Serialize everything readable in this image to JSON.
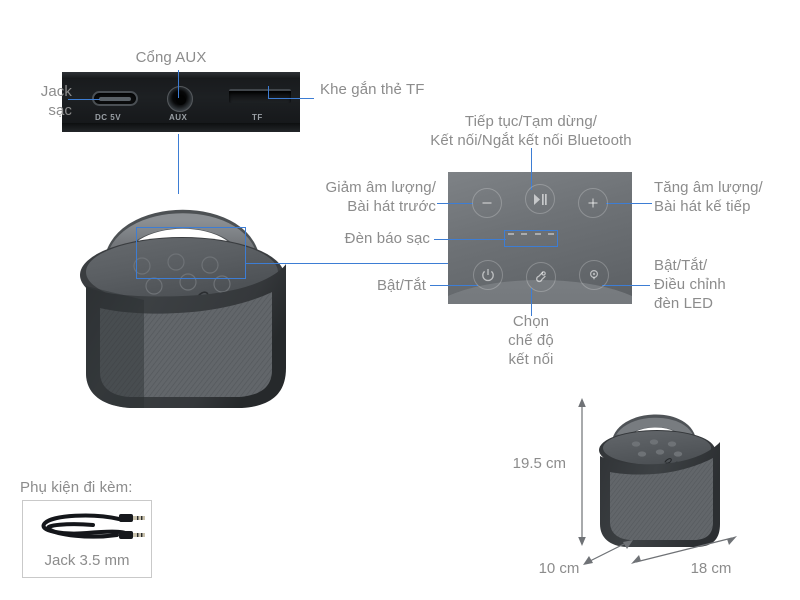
{
  "diagram": {
    "title": "Loa Bluetooth - so do huong dan su dung",
    "accent_color": "#3d7dd4",
    "label_color": "#8c8c8c"
  },
  "port_panel": {
    "ports": [
      {
        "id": "dc",
        "caption": "DC 5V",
        "icon": "usb-c-port-icon"
      },
      {
        "id": "aux",
        "caption": "AUX",
        "icon": "aux-jack-icon"
      },
      {
        "id": "tf",
        "caption": "TF",
        "icon": "tf-card-slot-icon"
      }
    ],
    "callouts": [
      {
        "id": "jack-sac",
        "text": "Jack\nsạc"
      },
      {
        "id": "cong-aux",
        "text": "Cổng AUX"
      },
      {
        "id": "khe-the-tf",
        "text": "Khe gắn thẻ TF"
      }
    ]
  },
  "control_panel": {
    "buttons": [
      {
        "id": "volume-down",
        "icon": "minus-icon",
        "label": "Giảm âm lượng/\nBài hát trước"
      },
      {
        "id": "play-pause",
        "icon": "play-pause-icon",
        "label": "Tiếp tục/Tạm dừng/\nKết nối/Ngắt kết nối Bluetooth"
      },
      {
        "id": "volume-up",
        "icon": "plus-icon",
        "label": "Tăng âm lượng/\nBài hát kế tiếp"
      },
      {
        "id": "power",
        "icon": "power-icon",
        "label": "Bật/Tắt"
      },
      {
        "id": "mode",
        "icon": "bluetooth-link-icon",
        "label": "Chọn\nchế độ\nkết nối"
      },
      {
        "id": "led",
        "icon": "led-light-icon",
        "label": "Bật/Tắt/\nĐiều chỉnh\nđèn LED"
      }
    ],
    "charging_indicator": {
      "id": "charging-indicator",
      "label": "Đèn báo sạc",
      "dots": 4
    }
  },
  "accessories": {
    "heading": "Phụ kiện đi kèm:",
    "items": [
      {
        "id": "aux-cable",
        "caption": "Jack 3.5 mm",
        "icon": "audio-cable-icon"
      }
    ]
  },
  "dimensions": {
    "height": "19.5 cm",
    "depth": "10 cm",
    "width": "18 cm"
  }
}
